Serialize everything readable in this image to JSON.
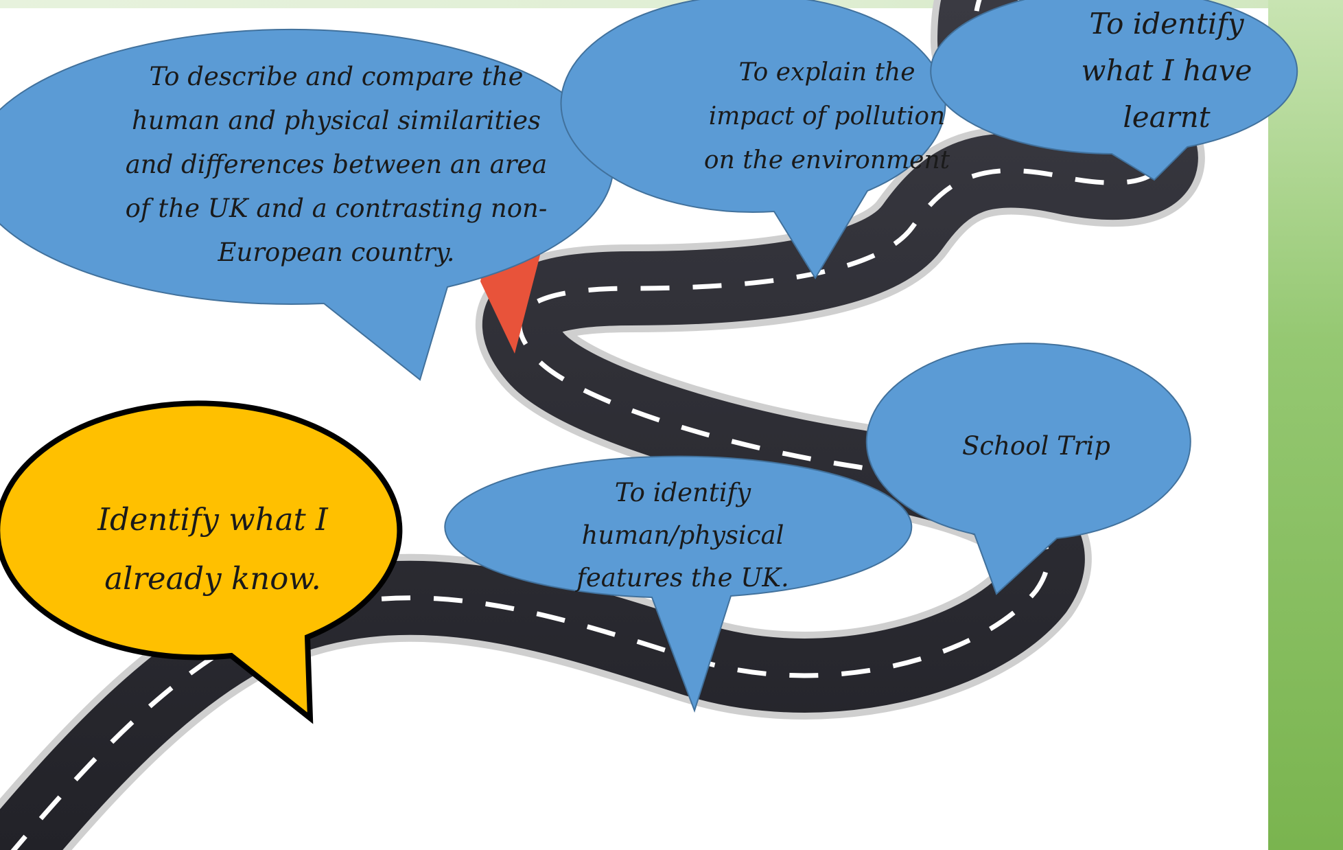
{
  "bubbles": {
    "start": {
      "text": "Identify what I already know.",
      "fill": "#ffc000"
    },
    "compare": {
      "text": "To describe and compare the human and physical similarities and differences between an area of the UK and a contrasting non-European country.",
      "fill": "#5b9bd5"
    },
    "pollution": {
      "text": "To explain the impact of pollution on the environment",
      "fill": "#5b9bd5"
    },
    "learnt": {
      "text": "To identify what I have learnt",
      "fill": "#5b9bd5"
    },
    "school_trip": {
      "text": "School Trip",
      "fill": "#5b9bd5"
    },
    "features": {
      "text": "To identify human/physical features the UK.",
      "fill": "#5b9bd5"
    }
  },
  "colors": {
    "road": "#2b2b33",
    "road_edge": "#d9d9d9",
    "lane_marking": "#ffffff",
    "pin": "#e8533a",
    "side_band": "#7ab44f"
  }
}
